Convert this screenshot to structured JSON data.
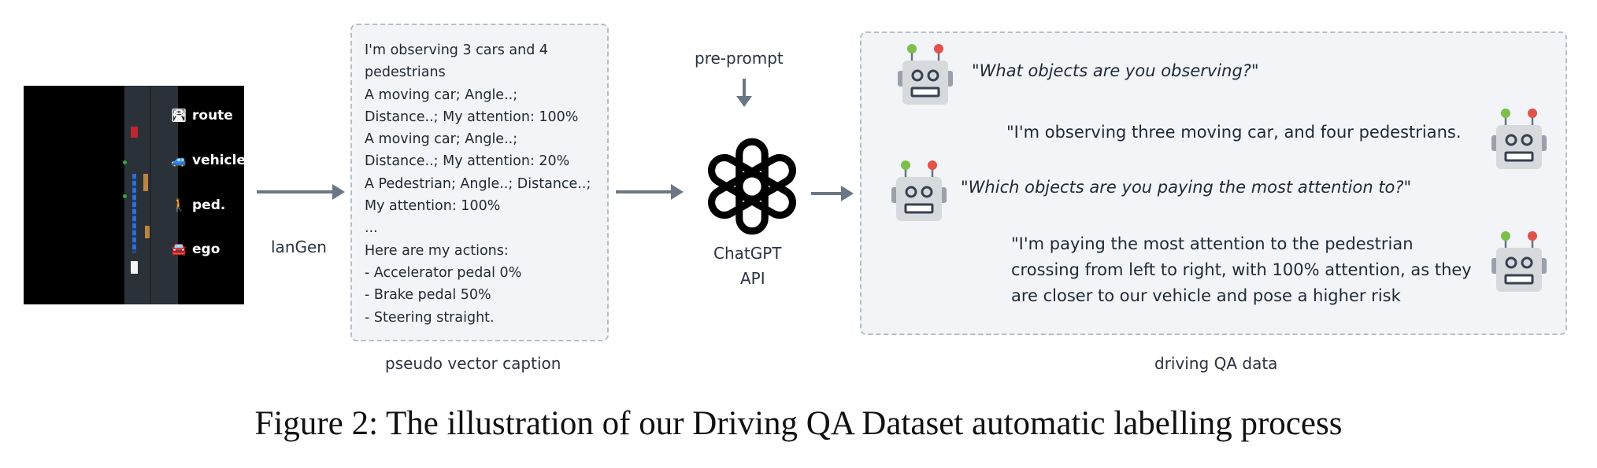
{
  "scene": {
    "legend": [
      {
        "icon": "route-icon",
        "glyph": "🛣",
        "label": "route"
      },
      {
        "icon": "vehicle-icon",
        "glyph": "🚙",
        "label": "vehicle"
      },
      {
        "icon": "pedestrian-icon",
        "glyph": "🚶",
        "label": "ped."
      },
      {
        "icon": "ego-car-icon",
        "glyph": "🚘",
        "label": "ego"
      }
    ]
  },
  "lan_gen_label": "lanGen",
  "caption": {
    "lines": [
      "I'm observing 3 cars and 4",
      "pedestrians",
      "A moving car; Angle..;",
      "Distance..; My attention: 100%",
      "A moving car; Angle..;",
      "Distance..; My attention: 20%",
      "A Pedestrian; Angle..; Distance..;",
      "My attention: 100%",
      "...",
      "Here are my actions:",
      "- Accelerator pedal 0%",
      "- Brake pedal 50%",
      "- Steering straight."
    ],
    "title": "pseudo vector caption"
  },
  "preprompt_label": "pre-prompt",
  "chatgpt": {
    "line1": "ChatGPT",
    "line2": "API"
  },
  "qa": {
    "q1": "\"What objects are you observing?\"",
    "a1": "\"I'm observing three moving car, and four pedestrians.",
    "q2": "\"Which objects are you paying the most attention to?\"",
    "a2_lines": [
      "\"I'm paying the most attention to the pedestrian",
      "crossing from left to right, with 100% attention, as they",
      "are closer to our vehicle and pose a higher risk"
    ],
    "title": "driving QA data"
  },
  "figure_caption": "Figure 2: The illustration of our Driving QA Dataset automatic labelling process",
  "colors": {
    "arrow": "#6b7785",
    "box_bg": "#f2f4f7",
    "box_border": "#b7bec8",
    "robot_antenna_left": "#7cc04b",
    "robot_antenna_right": "#e2524a"
  }
}
